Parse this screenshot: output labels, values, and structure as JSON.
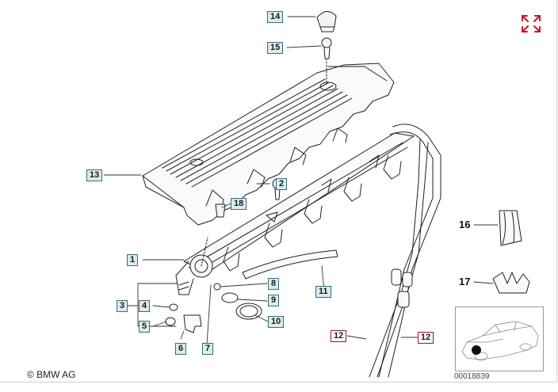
{
  "parts": {
    "p14": "14",
    "p15": "15",
    "p13": "13",
    "p2": "2",
    "p18": "18",
    "p1": "1",
    "p3": "3",
    "p4": "4",
    "p5": "5",
    "p6": "6",
    "p7": "7",
    "p8": "8",
    "p9": "9",
    "p10": "10",
    "p11": "11",
    "p12a": "12",
    "p12b": "12",
    "p16": "16",
    "p17": "17"
  },
  "copyright": "© BMW AG",
  "document_number": "00018839",
  "icons": {
    "expand": "expand-arrows-icon",
    "thumbnail": "car-location-thumbnail"
  },
  "colors": {
    "callout_fill": "#d9ecef",
    "callout_border": "#3b6c78",
    "highlight_border": "#a0141e",
    "expand_icon": "#c8102e"
  }
}
